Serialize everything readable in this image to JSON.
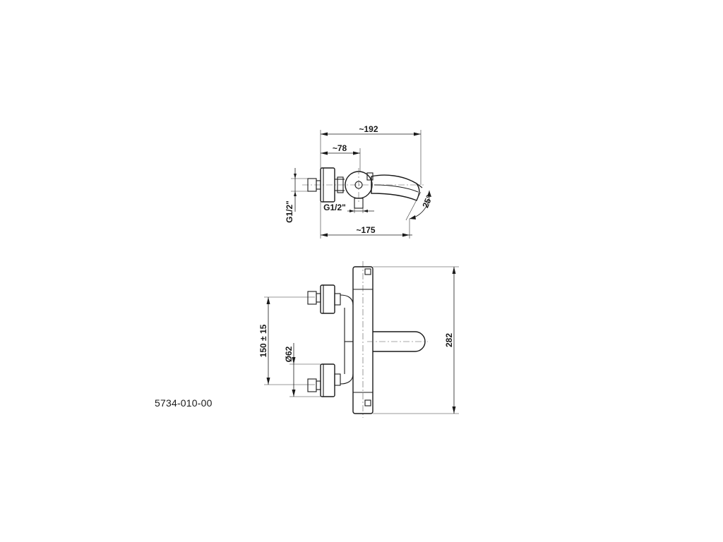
{
  "top_view": {
    "dim_overall_width": "~192",
    "dim_inlet_offset": "~78",
    "dim_outlet_thread": "G1/2\"",
    "dim_inlet_thread": "G1/2\"",
    "dim_spout_angle": "25°",
    "dim_wall_to_spout": "~175"
  },
  "front_view": {
    "dim_inlet_spacing": "150 ± 15",
    "dim_flange_diameter": "Ø62",
    "dim_overall_height": "282"
  },
  "product_code": "5734-010-00"
}
